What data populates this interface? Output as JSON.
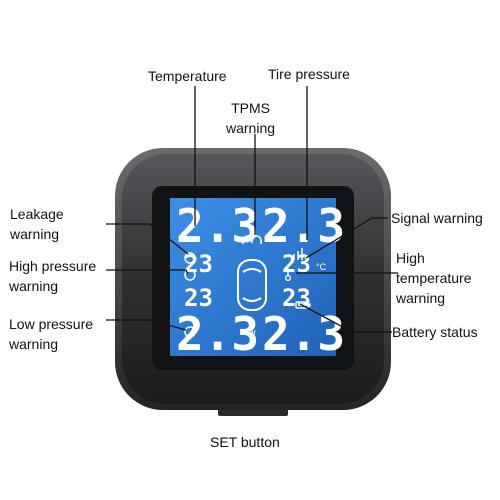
{
  "labels": {
    "temperature": "Temperature",
    "tire_pressure": "Tire pressure",
    "tpms_warning": "TPMS\nwarning",
    "leakage_warning": "Leakage\nwarning",
    "signal_warning": "Signal warning",
    "high_pressure_warning": "High pressure\nwarning",
    "high_temperature_warning": "High\ntemperature\nwarning",
    "low_pressure_warning": "Low pressure\nwarning",
    "battery_status": "Battery status",
    "set_button": "SET button"
  },
  "display": {
    "top_left_digits": "2.3",
    "top_right_digits": "2.3",
    "mid_left_digits": "23",
    "mid_right_digits": "23",
    "lower_left_digits": "23",
    "lower_right_digits": "23",
    "bottom_left_digits": "2.3",
    "bottom_right_digits": "2.3",
    "unit_celsius": "°C",
    "unit_bar": "Bar"
  },
  "colors": {
    "screen": "#2f7fd6",
    "device_body": "#3a3a3c",
    "leader_line": "#111111"
  }
}
